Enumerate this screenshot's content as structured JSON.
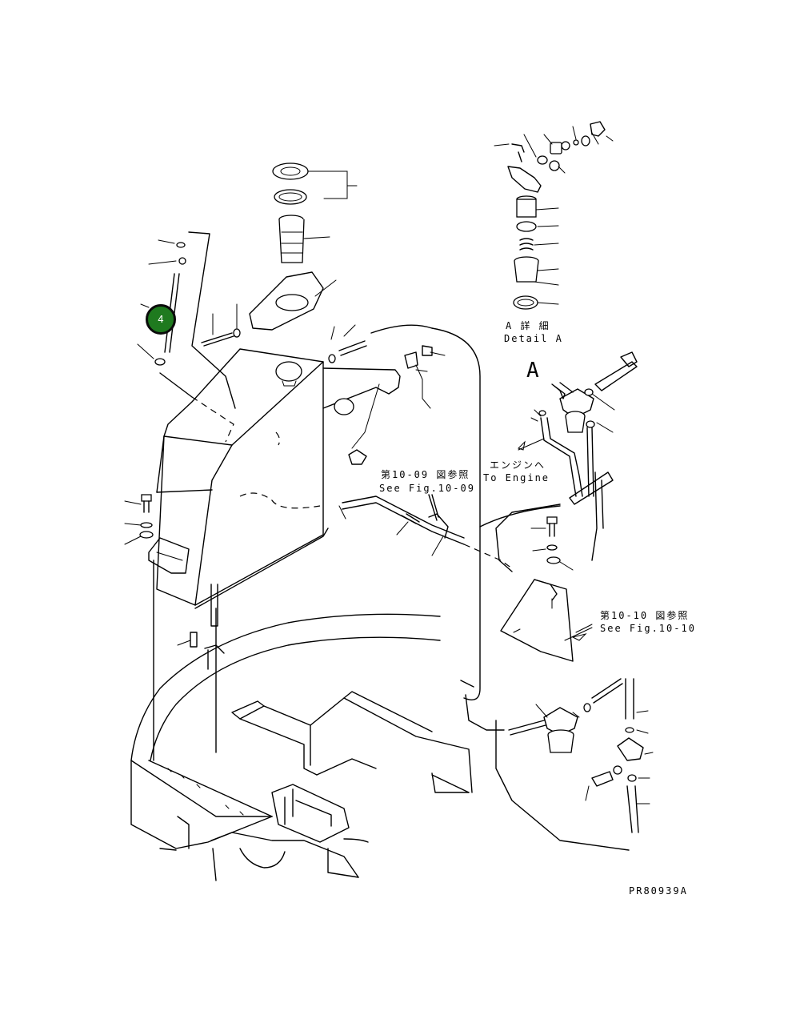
{
  "labels": {
    "detail_a_jp": "A 詳 細",
    "detail_a_en": "Detail A",
    "view_letter": "A",
    "engine_jp": "エンジンへ",
    "engine_en": "To Engine",
    "fig_1009_jp": "第10-09 図参照",
    "fig_1009_en": "See Fig.10-09",
    "fig_1010_jp": "第10-10 図参照",
    "fig_1010_en": "See Fig.10-10",
    "drawing_number": "PR80939A"
  },
  "callouts": [
    {
      "number": "4",
      "color": "#1f7a1f"
    }
  ]
}
